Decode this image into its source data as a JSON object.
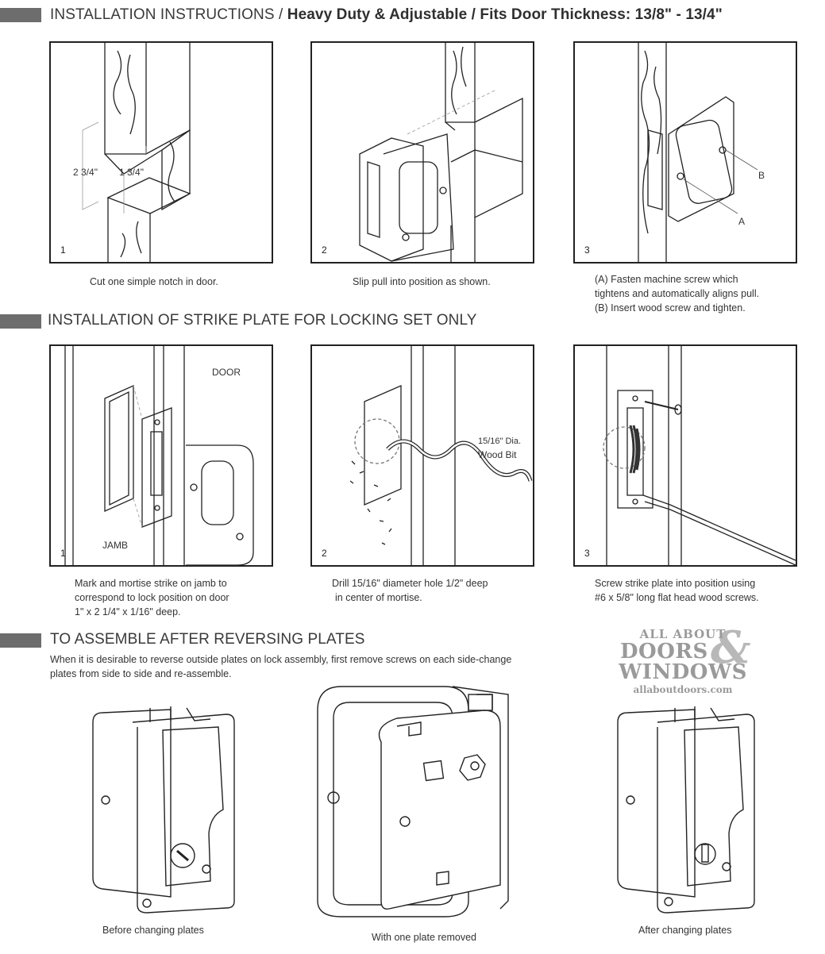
{
  "section1": {
    "title_plain": "INSTALLATION INSTRUCTIONS / ",
    "title_bold": "Heavy Duty & Adjustable / Fits Door Thickness: 13/8\" - 13/4\"",
    "panels": [
      {
        "number": "1",
        "caption": [
          "Cut one simple notch in door."
        ],
        "labels": {
          "dim_a": "2 3/4\"",
          "dim_b": "1 3/4\""
        }
      },
      {
        "number": "2",
        "caption": [
          "Slip pull into position as shown."
        ]
      },
      {
        "number": "3",
        "caption": [
          "(A) Fasten machine screw which",
          "tightens and automatically aligns pull.",
          "(B) Insert wood screw and tighten."
        ],
        "labels": {
          "a": "A",
          "b": "B"
        }
      }
    ]
  },
  "section2": {
    "title": "INSTALLATION OF STRIKE PLATE FOR LOCKING SET ONLY",
    "panels": [
      {
        "number": "1",
        "caption": [
          "Mark and mortise strike on jamb to",
          "correspond to lock position on door",
          "1\" x 2 1/4\" x 1/16\" deep."
        ],
        "labels": {
          "door": "DOOR",
          "jamb": "JAMB"
        }
      },
      {
        "number": "2",
        "caption": [
          "Drill 15/16\" diameter hole 1/2\" deep",
          "in center of mortise."
        ],
        "labels": {
          "bit_size": "15/16\" Dia.",
          "bit_name": "Wood Bit"
        }
      },
      {
        "number": "3",
        "caption": [
          "Screw strike plate into position using",
          "#6 x 5/8\" long flat head wood screws."
        ]
      }
    ]
  },
  "section3": {
    "title": "TO ASSEMBLE AFTER REVERSING PLATES",
    "description": [
      "When it is desirable to reverse outside plates on lock assembly, first remove screws on each side-change",
      "plates from side to side  and re-assemble."
    ],
    "figures": [
      {
        "caption": "Before changing plates"
      },
      {
        "caption": "With one plate removed"
      },
      {
        "caption": "After changing plates"
      }
    ]
  },
  "logo": {
    "line1": "ALL ABOUT",
    "line2": "DOORS",
    "amp": "&",
    "line3": "WINDOWS",
    "url": "allaboutdoors.com"
  }
}
